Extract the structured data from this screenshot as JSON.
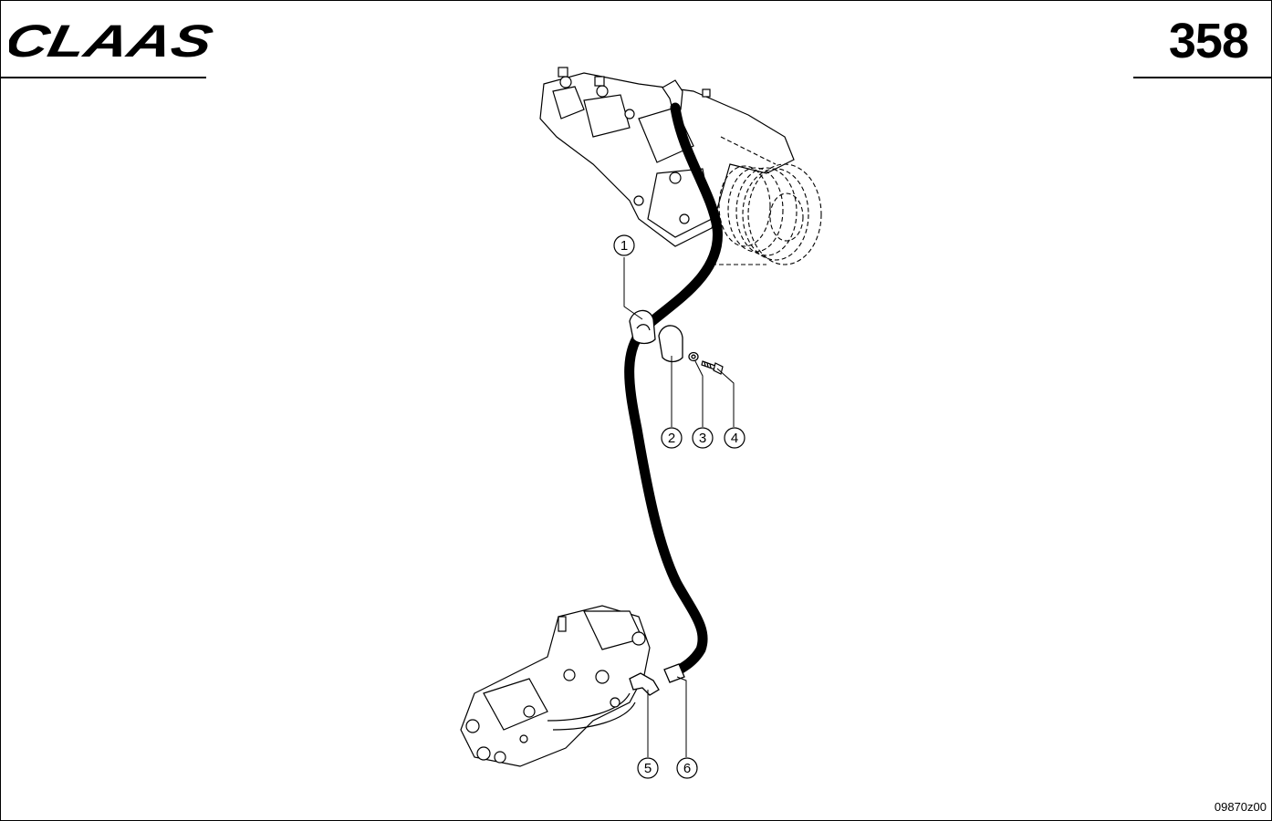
{
  "header": {
    "brand": "CLAAS",
    "page_number": "358"
  },
  "footer": {
    "drawing_ref": "09870z00"
  },
  "callouts": [
    {
      "id": "1"
    },
    {
      "id": "2"
    },
    {
      "id": "3"
    },
    {
      "id": "4"
    },
    {
      "id": "5"
    },
    {
      "id": "6"
    }
  ],
  "colors": {
    "ink": "#000000",
    "paper": "#ffffff"
  }
}
